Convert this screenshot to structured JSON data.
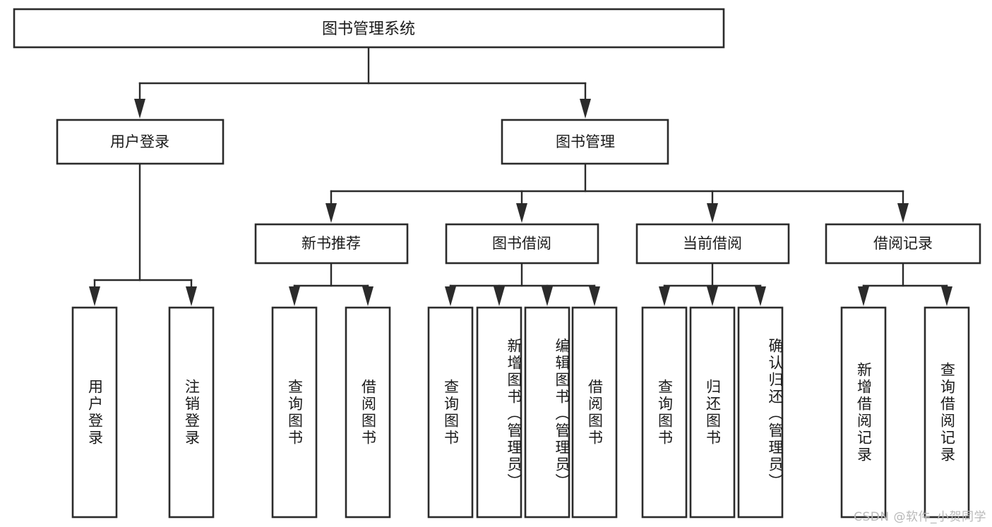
{
  "diagram": {
    "type": "tree",
    "title": "图书管理系统",
    "watermark": "CSDN @软件_小贺同学",
    "colors": {
      "background": "#ffffff",
      "stroke": "#2b2b2b",
      "fill": "#ffffff",
      "text": "#1a1a1a",
      "watermark": "#b8b8b8"
    },
    "levels": {
      "root": {
        "label": "图书管理系统"
      },
      "level2": [
        {
          "label": "用户登录"
        },
        {
          "label": "图书管理"
        }
      ],
      "level3": [
        {
          "label": "新书推荐"
        },
        {
          "label": "图书借阅"
        },
        {
          "label": "当前借阅"
        },
        {
          "label": "借阅记录"
        }
      ]
    },
    "leaves": {
      "user_login": [
        {
          "label": "用户登录"
        },
        {
          "label": "注销登录"
        }
      ],
      "new_book_recommend": [
        {
          "label": "查询图书"
        },
        {
          "label": "借阅图书"
        }
      ],
      "book_borrow": [
        {
          "label": "查询图书"
        },
        {
          "label": "新增图书（管理员）"
        },
        {
          "label": "编辑图书（管理员）"
        },
        {
          "label": "借阅图书"
        }
      ],
      "current_borrow": [
        {
          "label": "查询图书"
        },
        {
          "label": "归还图书"
        },
        {
          "label": "确认归还（管理员）"
        }
      ],
      "borrow_record": [
        {
          "label": "新增借阅记录"
        },
        {
          "label": "查询借阅记录"
        }
      ]
    }
  }
}
